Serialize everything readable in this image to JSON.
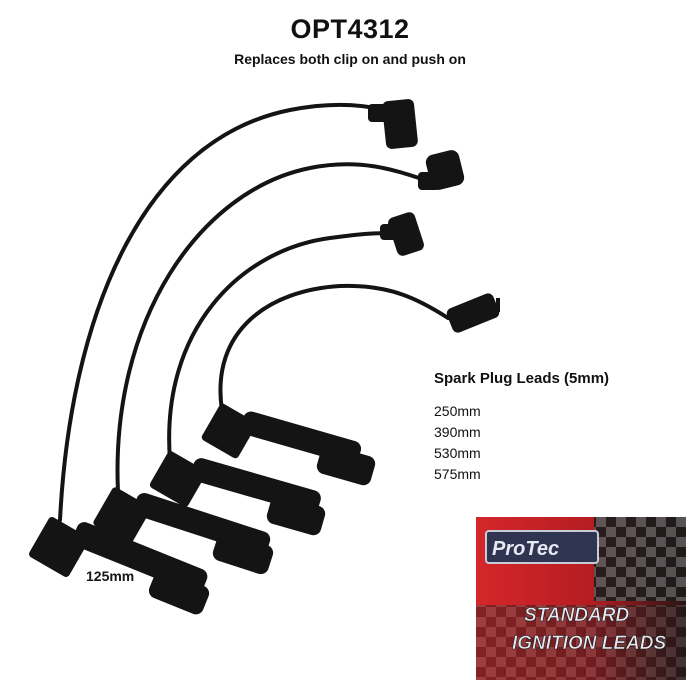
{
  "product": {
    "code": "OPT4312",
    "subtitle": "Replaces both clip on and push on"
  },
  "specs": {
    "heading": "Spark Plug Leads (5mm)",
    "lengths": [
      "250mm",
      "390mm",
      "530mm",
      "575mm"
    ]
  },
  "photo_label": "125mm",
  "box": {
    "brand_logo": "ProTec",
    "line1": "STANDARD",
    "line2": "IGNITION LEADS"
  },
  "colors": {
    "lead": "#141414",
    "box_red": "#d4272a",
    "box_text": "#e8e8f2"
  }
}
